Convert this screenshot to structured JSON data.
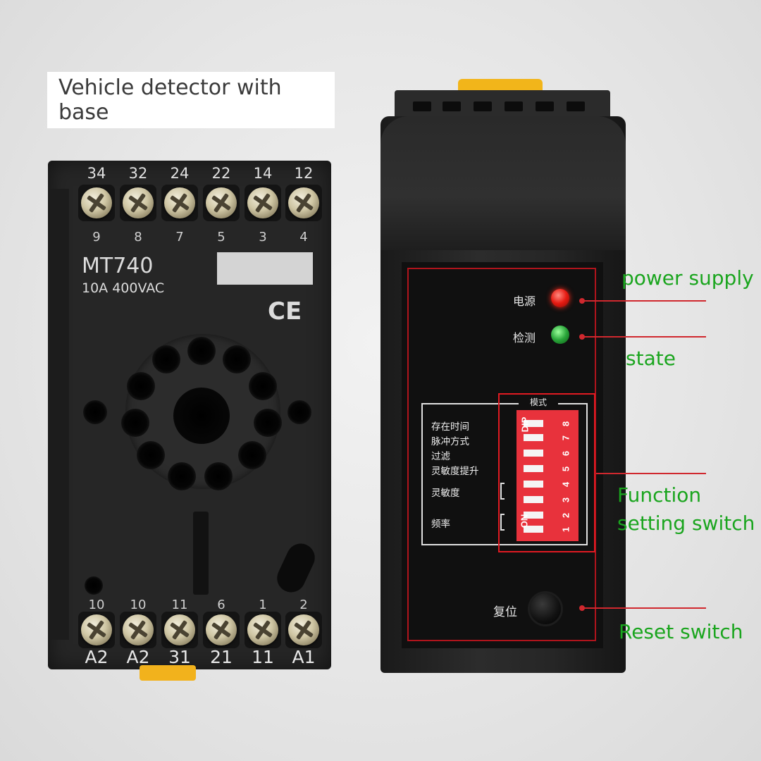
{
  "caption": "Vehicle detector with base",
  "relay_base": {
    "top_terminals": [
      "34",
      "32",
      "24",
      "22",
      "14",
      "12"
    ],
    "top_pins": [
      "9",
      "8",
      "7",
      "5",
      "3",
      "4"
    ],
    "model": "MT740",
    "rating": "10A 400VAC",
    "mark": "CE",
    "bottom_pins": [
      "10",
      "10",
      "11",
      "6",
      "1",
      "2"
    ],
    "bottom_terminals": [
      "A2",
      "A2",
      "31",
      "21",
      "11",
      "A1"
    ]
  },
  "detector": {
    "led_labels": {
      "power": "电源",
      "detect": "检测"
    },
    "mode_label": "模式",
    "functions": [
      "存在时间",
      "脉冲方式",
      "过滤",
      "灵敏度提升",
      "灵敏度",
      "频率"
    ],
    "dip_word": "DIP",
    "dip_on": "ON",
    "dip_numbers": [
      "8",
      "7",
      "6",
      "5",
      "4",
      "3",
      "2",
      "1"
    ],
    "reset_label": "复位"
  },
  "callouts": {
    "power_supply": "power supply",
    "state": "state",
    "function_line1": "Function",
    "function_line2": "setting switch",
    "reset_switch": "Reset switch"
  },
  "colors": {
    "callout_text": "#1aa51e",
    "callout_line": "#d0282e",
    "dip_switch": "#e8323c",
    "led_power": "#e61b12",
    "led_detect": "#2aa63a",
    "clip": "#f2b21c"
  }
}
